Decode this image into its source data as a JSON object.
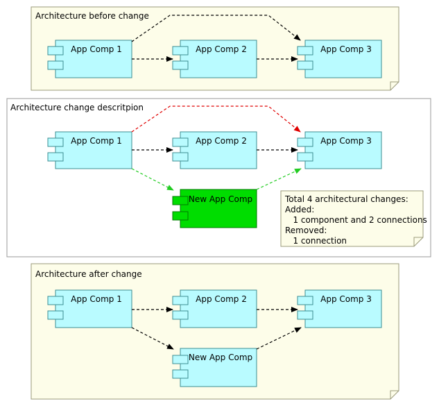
{
  "colors": {
    "component_fill": "#b9fbff",
    "component_stroke": "#3c8c91",
    "new_component_fill": "#00dd00",
    "new_component_stroke": "#007700",
    "group_fill": "#fdfde9",
    "group_stroke": "#9a9a7a",
    "arrow_default": "#000000",
    "arrow_removed": "#e00000",
    "arrow_added": "#22cc22"
  },
  "panels": [
    {
      "title": "Architecture before change",
      "components": [
        {
          "id": "c1",
          "label": "App Comp 1"
        },
        {
          "id": "c2",
          "label": "App Comp 2"
        },
        {
          "id": "c3",
          "label": "App Comp 3"
        }
      ]
    },
    {
      "title": "Architecture change descritpion",
      "components": [
        {
          "id": "c1",
          "label": "App Comp 1"
        },
        {
          "id": "c2",
          "label": "App Comp 2"
        },
        {
          "id": "c3",
          "label": "App Comp 3"
        },
        {
          "id": "c4",
          "label": "New App Comp"
        }
      ],
      "note": {
        "lines": [
          "Total 4 architectural changes:",
          "Added:",
          "   1 component and 2 connections",
          "Removed:",
          "   1 connection"
        ]
      }
    },
    {
      "title": "Architecture after change",
      "components": [
        {
          "id": "c1",
          "label": "App Comp 1"
        },
        {
          "id": "c2",
          "label": "App Comp 2"
        },
        {
          "id": "c3",
          "label": "App Comp 3"
        },
        {
          "id": "c4",
          "label": "New App Comp"
        }
      ]
    }
  ]
}
